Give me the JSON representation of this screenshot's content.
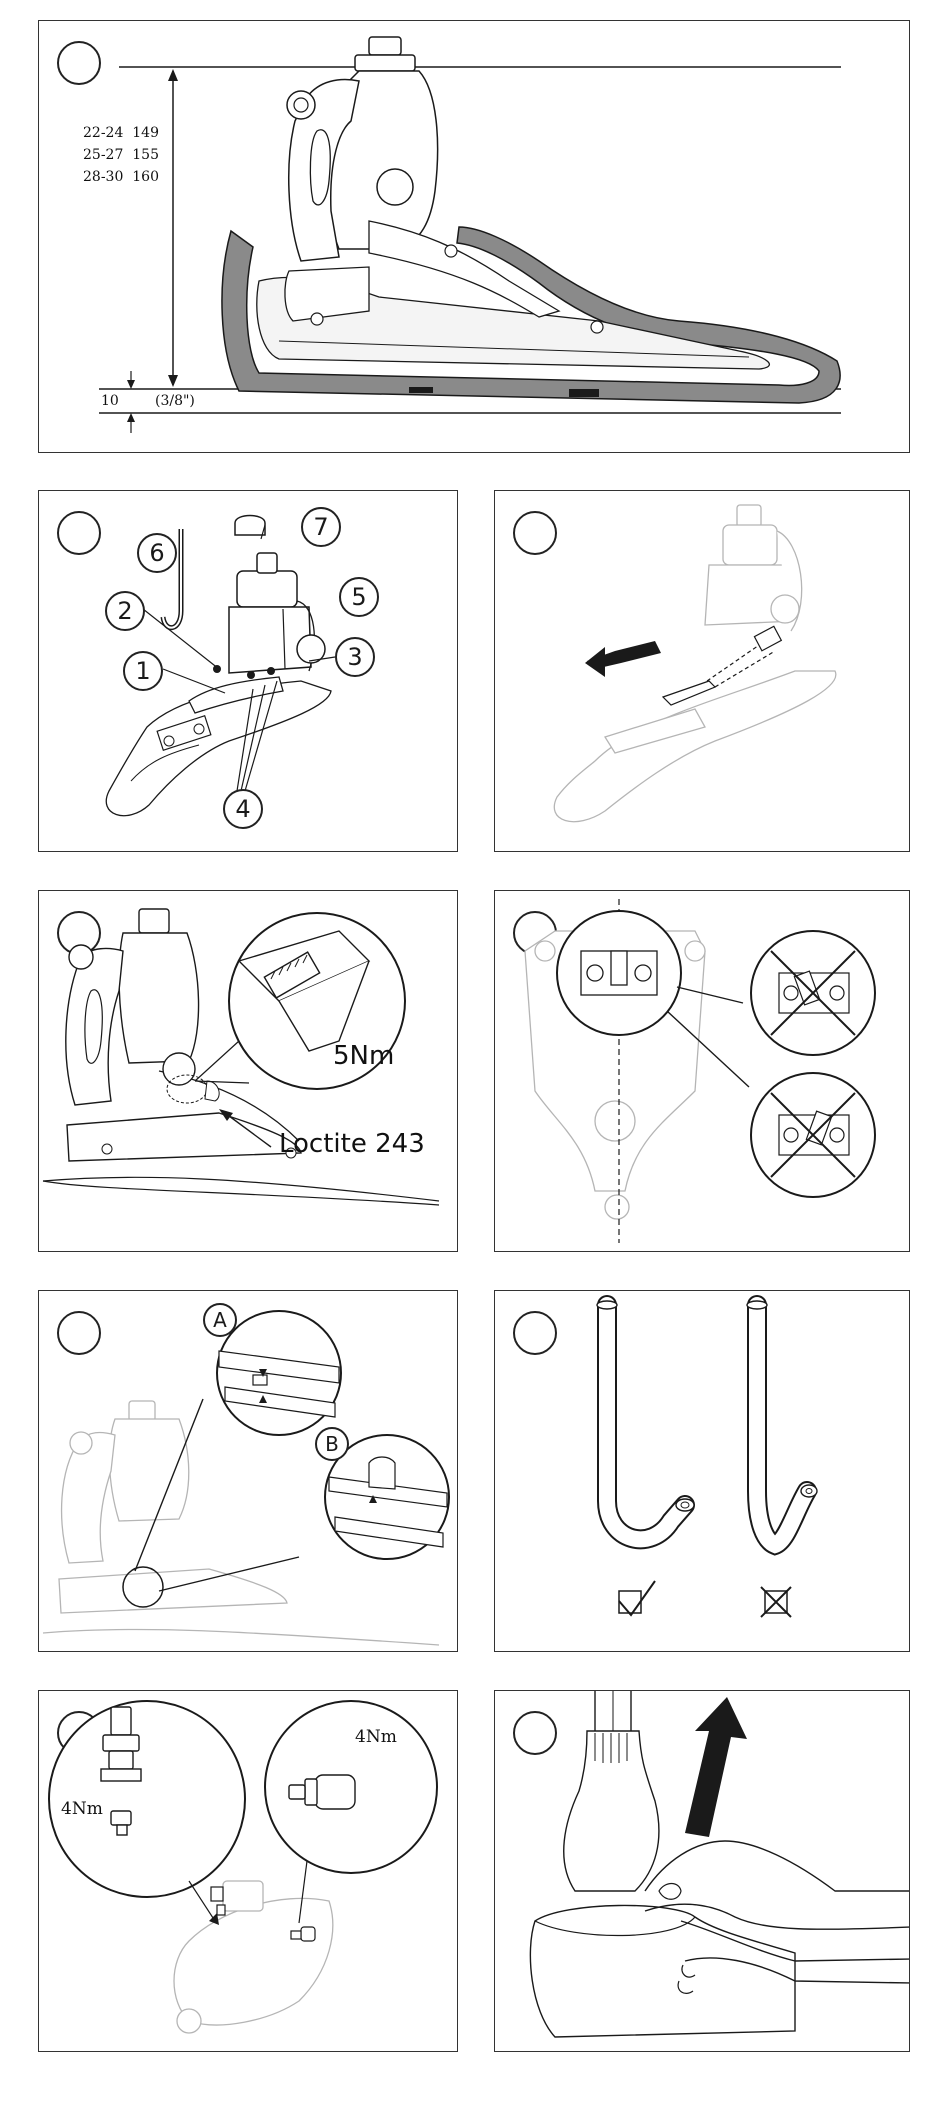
{
  "panel1": {
    "size_table": [
      {
        "size": "22-24",
        "value": "149"
      },
      {
        "size": "25-27",
        "value": "155"
      },
      {
        "size": "28-30",
        "value": "160"
      }
    ],
    "heel_height": "10",
    "heel_height_inch": "(3/8\")"
  },
  "panel2": {
    "labels": [
      "1",
      "2",
      "3",
      "4",
      "5",
      "6",
      "7"
    ]
  },
  "panel4": {
    "torque": "5Nm",
    "adhesive": "Loctite 243"
  },
  "panel6": {
    "detail_a": "A",
    "detail_b": "B"
  },
  "panel7": {
    "check_symbol": "correct-check-icon",
    "cross_symbol": "incorrect-cross-icon"
  },
  "panel8": {
    "torque_left": "4Nm",
    "torque_right": "4Nm"
  },
  "colors": {
    "line": "#1a1a1a",
    "faded_line": "#b5b5b5",
    "shoe_fill": "#8a8a8a",
    "border": "#333333"
  }
}
